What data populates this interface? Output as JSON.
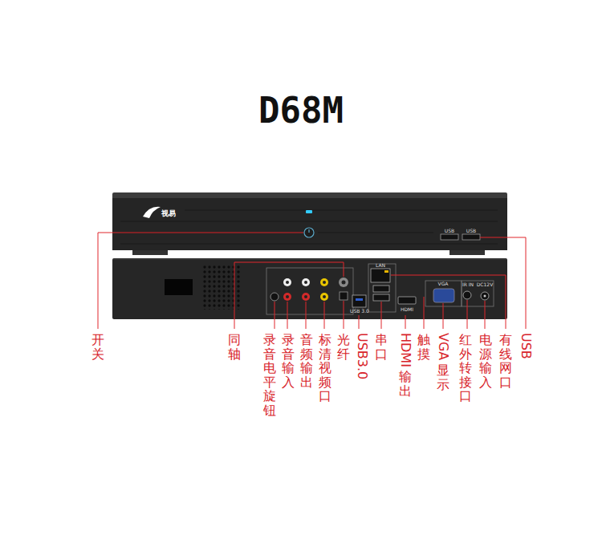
{
  "diagram": {
    "title": "D68M",
    "labels": [
      "视易",
      "USB",
      "USB",
      "LAN",
      "VGA",
      "HDMI",
      "USB 3.0",
      "IR IN",
      "DC12V",
      "开关",
      "同轴",
      "录音电平旋钮",
      "录音输入",
      "音频输出",
      "标清视频口",
      "光纤",
      "USB3.0",
      "串口",
      "HDMI输出",
      "触摸",
      "VGA显示",
      "红外转接口",
      "电源输入",
      "有线网口",
      "USB"
    ]
  }
}
